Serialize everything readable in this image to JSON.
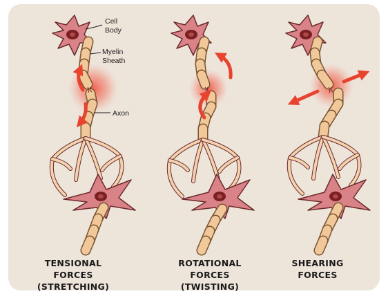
{
  "labels": {
    "cell_body_line1": "Cell",
    "cell_body_line2": "Body",
    "myelin_line1": "Myelin",
    "myelin_line2": "Sheath",
    "axon": "Axon"
  },
  "panels": [
    {
      "caption_line1": "TENSIONAL FORCES",
      "caption_line2": "(STRETCHING)"
    },
    {
      "caption_line1": "ROTATIONAL FORCES",
      "caption_line2": "(TWISTING)"
    },
    {
      "caption_line1": "SHEARING",
      "caption_line2": "FORCES"
    }
  ],
  "colors": {
    "background": "#ede4da",
    "cell_body": "#d98288",
    "cell_outline": "#6b2a2a",
    "nucleus": "#7a1f22",
    "myelin": "#f0c89a",
    "myelin_outline": "#7a5530",
    "force_arrow": "#e8432e",
    "injury_glow": "#f04a3a"
  }
}
